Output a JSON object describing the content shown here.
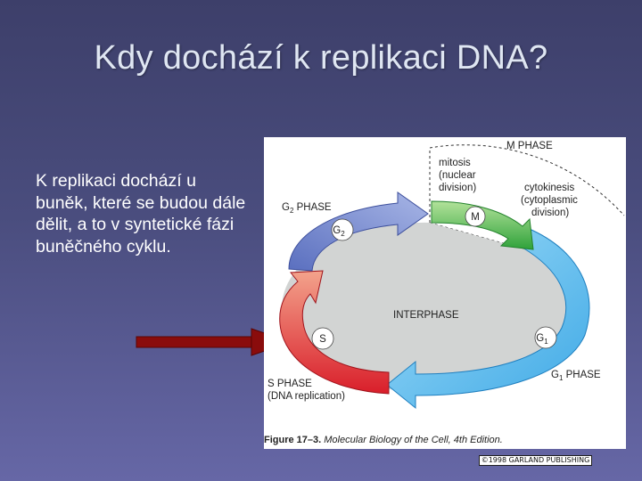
{
  "slide": {
    "title": "Kdy dochází k replikaci DNA?",
    "body": "K replikaci dochází u buněk, které se budou dále dělit, a to v syntetické fázi buněčného cyklu."
  },
  "figure": {
    "m_phase": "M PHASE",
    "mitosis": [
      "mitosis",
      "(nuclear",
      "division)"
    ],
    "cytokinesis": [
      "cytokinesis",
      "(cytoplasmic",
      "division)"
    ],
    "g2_phase": "G",
    "g2_sub": "2",
    "g2_phase_rest": " PHASE",
    "g2_badge": "G",
    "g2_badge_sub": "2",
    "m_badge": "M",
    "interphase": "INTERPHASE",
    "s_badge": "S",
    "g1_badge": "G",
    "g1_badge_sub": "1",
    "s_phase": "S PHASE",
    "s_phase_note": "(DNA replication)",
    "g1_phase": "G",
    "g1_sub": "1",
    "g1_phase_rest": " PHASE",
    "caption_num": "Figure 17–3.",
    "caption_text": " Molecular Biology of the Cell, 4th Edition.",
    "copyright": "©1998 GARLAND PUBLISHING"
  },
  "colors": {
    "g1": "#6cc8f0",
    "s": "#e53a3a",
    "g2": "#7b8fd0",
    "m": "#6ec25a",
    "interphase": "#d2d4d3",
    "arrow": "#8a0c0c"
  }
}
